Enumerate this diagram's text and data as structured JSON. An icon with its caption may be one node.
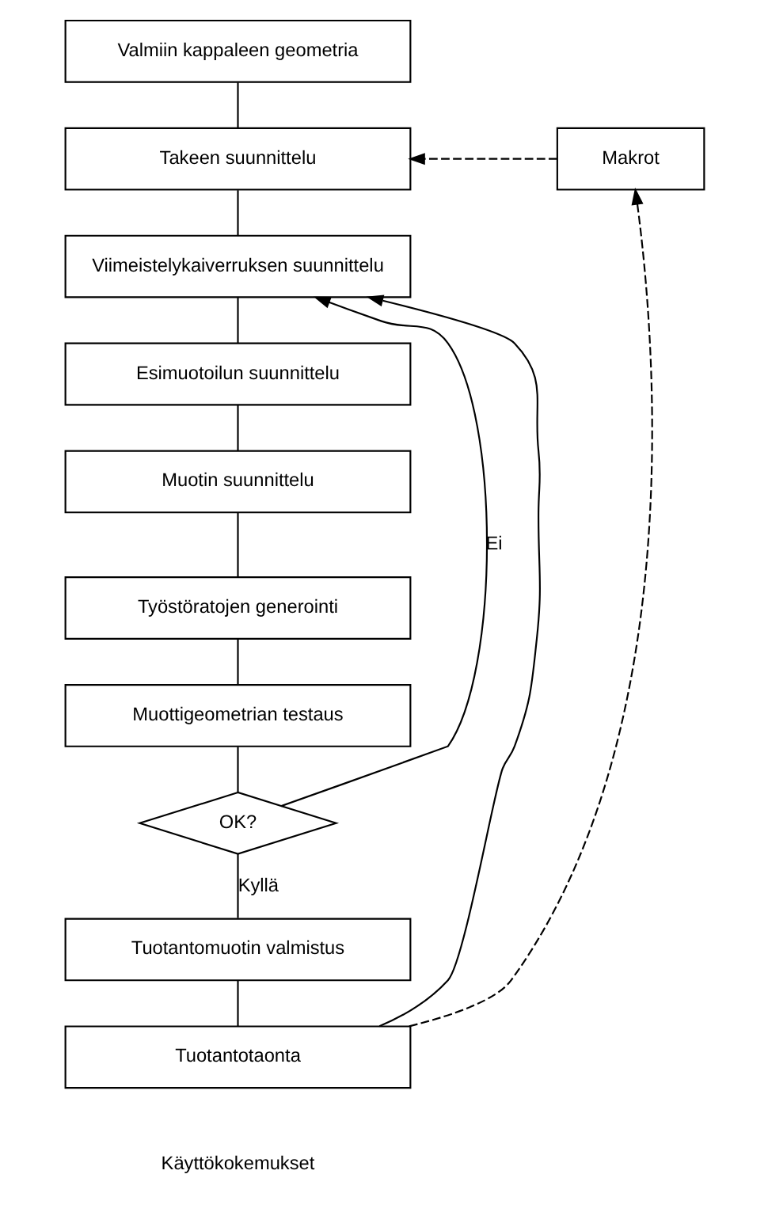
{
  "diagram": {
    "nodes": [
      {
        "text": [
          "Valmiin kappaleen geometria"
        ]
      },
      {
        "text": [
          "Takeen suunnittelu"
        ]
      },
      {
        "text": [
          "Makrot"
        ]
      },
      {
        "text": [
          "Viimeistelykaiverruksen suunnittelu"
        ]
      },
      {
        "text": [
          "Esimuotoilun suunnittelu"
        ]
      },
      {
        "text": [
          "Muotin suunnittelu"
        ]
      },
      {
        "text": [
          "Työstöratojen generointi"
        ]
      },
      {
        "text": [
          "Muottigeometrian testaus"
        ]
      },
      {
        "text": [
          "OK?"
        ]
      },
      {
        "text": [
          "Tuotantomuotin valmistus"
        ]
      },
      {
        "text": [
          "Tuotantotaonta"
        ]
      }
    ],
    "edges": [
      {
        "from": 0,
        "to": 1,
        "arrow": "none"
      },
      {
        "from": 2,
        "to": 1,
        "arrow": "to",
        "style": "dashed"
      },
      {
        "from": 1,
        "to": 3,
        "arrow": "none"
      },
      {
        "from": 3,
        "to": 4,
        "arrow": "none"
      },
      {
        "from": 4,
        "to": 5,
        "arrow": "none"
      },
      {
        "from": 5,
        "to": 6,
        "arrow": "none"
      },
      {
        "from": 6,
        "to": 7,
        "arrow": "none"
      },
      {
        "from": 7,
        "to": 8,
        "arrow": "none"
      },
      {
        "from": 8,
        "to": 3,
        "arrow": "to",
        "label": "Ei"
      },
      {
        "from": 8,
        "to": 9,
        "arrow": "none",
        "label": "Kyllä"
      },
      {
        "from": 9,
        "to": 10,
        "arrow": "none"
      },
      {
        "from": 10,
        "to": 3,
        "arrow": "to"
      },
      {
        "from": 10,
        "to": 2,
        "arrow": "to",
        "style": "dashed"
      }
    ],
    "labels": [
      "Käyttökokemukset"
    ]
  }
}
